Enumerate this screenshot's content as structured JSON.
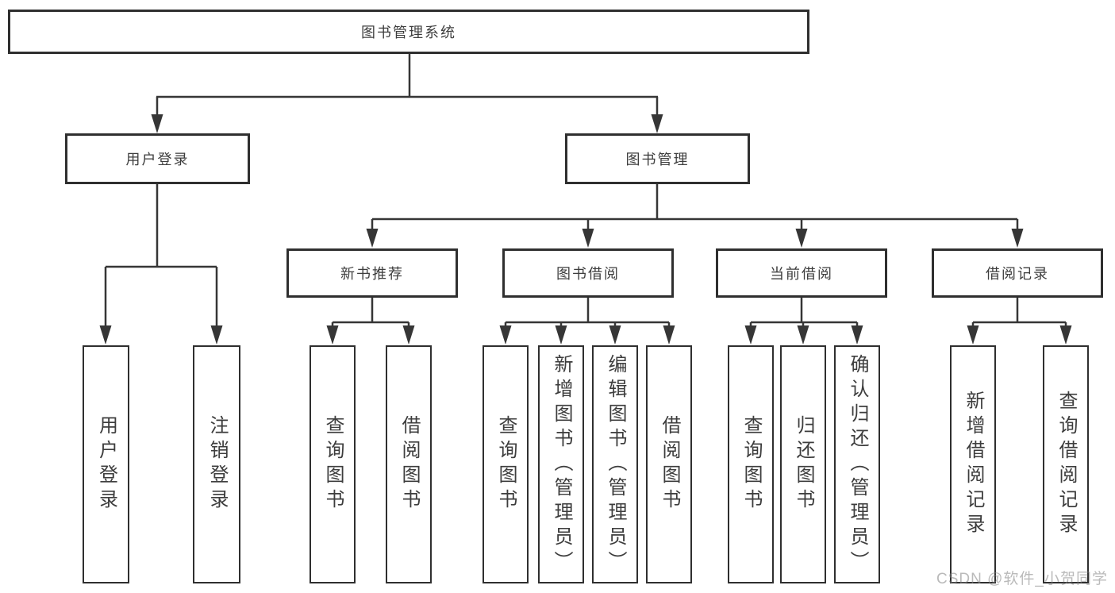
{
  "tree": {
    "root": {
      "label": "图书管理系统"
    },
    "branches": [
      {
        "label": "用户登录",
        "children": [
          {
            "label": "用户登录"
          },
          {
            "label": "注销登录"
          }
        ]
      },
      {
        "label": "图书管理",
        "children": [
          {
            "label": "新书推荐",
            "children": [
              {
                "label": "查询图书"
              },
              {
                "label": "借阅图书"
              }
            ]
          },
          {
            "label": "图书借阅",
            "children": [
              {
                "label": "查询图书"
              },
              {
                "label": "新增图书（管理员）"
              },
              {
                "label": "编辑图书（管理员）"
              },
              {
                "label": "借阅图书"
              }
            ]
          },
          {
            "label": "当前借阅",
            "children": [
              {
                "label": "查询图书"
              },
              {
                "label": "归还图书"
              },
              {
                "label": "确认归还（管理员）"
              }
            ]
          },
          {
            "label": "借阅记录",
            "children": [
              {
                "label": "新增借阅记录"
              },
              {
                "label": "查询借阅记录"
              }
            ]
          }
        ]
      }
    ]
  },
  "watermark": "CSDN @软件_小贺同学",
  "colors": {
    "line": "#363636",
    "border": "#2f2f2f",
    "text": "#3d3d3d",
    "background": "#ffffff",
    "watermark": "#b8b8b8"
  }
}
